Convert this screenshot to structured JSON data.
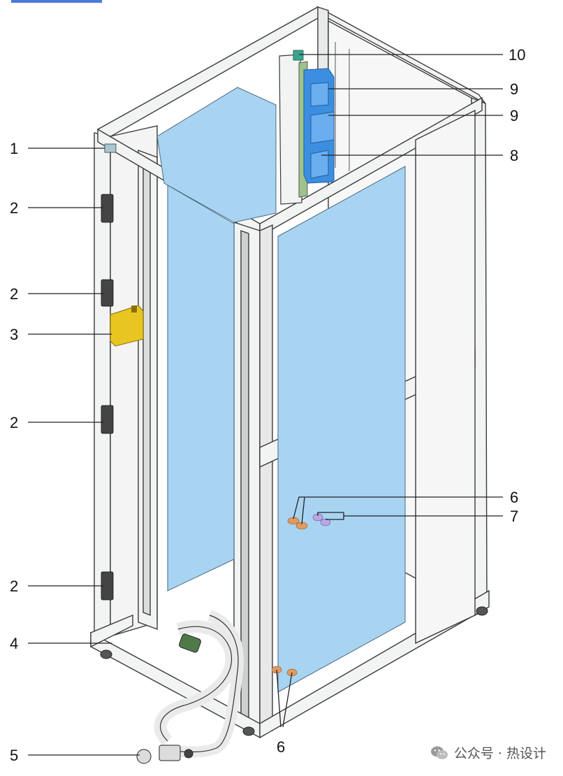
{
  "callouts": [
    {
      "id": "c1",
      "label": "1"
    },
    {
      "id": "c2a",
      "label": "2"
    },
    {
      "id": "c2b",
      "label": "2"
    },
    {
      "id": "c3",
      "label": "3"
    },
    {
      "id": "c2c",
      "label": "2"
    },
    {
      "id": "c2d",
      "label": "2"
    },
    {
      "id": "c4",
      "label": "4"
    },
    {
      "id": "c5",
      "label": "5"
    },
    {
      "id": "c10",
      "label": "10"
    },
    {
      "id": "c9a",
      "label": "9"
    },
    {
      "id": "c9b",
      "label": "9"
    },
    {
      "id": "c8",
      "label": "8"
    },
    {
      "id": "c6a",
      "label": "6"
    },
    {
      "id": "c7",
      "label": "7"
    },
    {
      "id": "c6b",
      "label": "6"
    }
  ],
  "watermark": {
    "text": "公众号 · 热设计",
    "icon": "wechat-icon"
  },
  "colors": {
    "frame": "#f2f3f3",
    "frame_stroke": "#3a3a3a",
    "panel_blue": "#a8d4f2",
    "pdu_blue": "#3c8fe0",
    "lock_yellow": "#e8c520",
    "pipe_green": "#4f7a48",
    "connector_orange": "#e29a60",
    "connector_purple": "#b9a8e0",
    "accent_teal": "#3aa58e"
  }
}
